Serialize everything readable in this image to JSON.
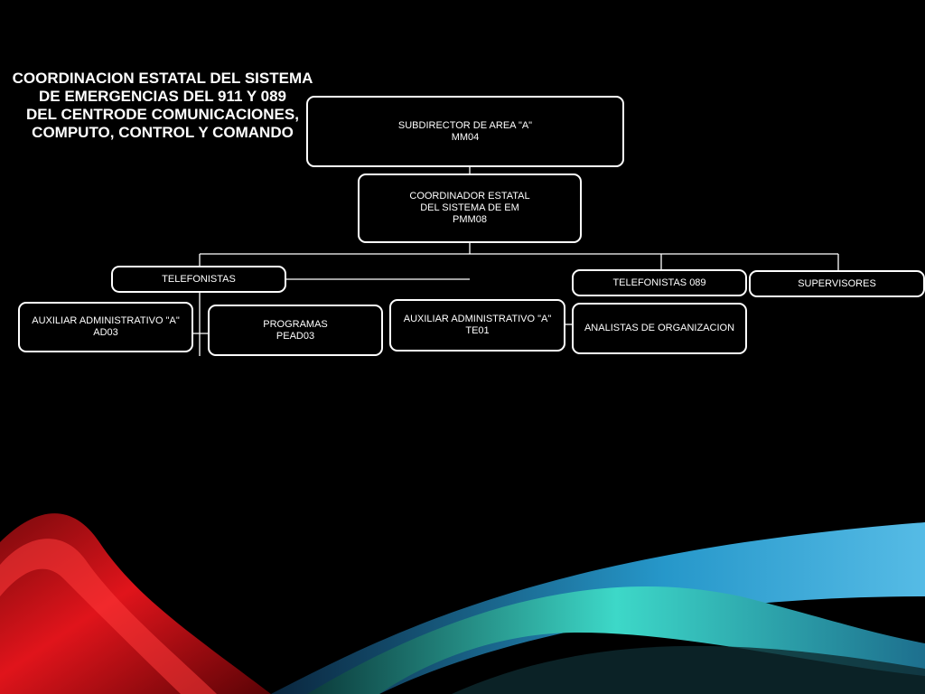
{
  "title": {
    "lines": [
      "COORDINACION ESTATAL DEL SISTEMA",
      "DE EMERGENCIAS DEL 911 Y 089",
      "DEL CENTRODE COMUNICACIONES,",
      "COMPUTO, CONTROL Y COMANDO"
    ]
  },
  "org_chart": {
    "subdirector": {
      "lines": [
        "SUBDIRECTOR DE AREA \"A\"",
        "MM04"
      ]
    },
    "coordinador": {
      "lines": [
        "COORDINADOR ESTATAL",
        "DEL SISTEMA DE EM",
        "PMM08"
      ]
    },
    "telefonistas": {
      "lines": [
        "TELEFONISTAS"
      ]
    },
    "telefonistas_089": {
      "lines": [
        "TELEFONISTAS 089"
      ]
    },
    "supervisores": {
      "lines": [
        "SUPERVISORES"
      ]
    },
    "auxiliar_ad03": {
      "lines": [
        "AUXILIAR ADMINISTRATIVO \"A\"",
        "AD03"
      ]
    },
    "programas": {
      "lines": [
        "PROGRAMAS",
        "PEAD03"
      ]
    },
    "auxiliar_te01": {
      "lines": [
        "AUXILIAR ADMINISTRATIVO \"A\"",
        "TE01"
      ]
    },
    "analistas": {
      "lines": [
        "ANALISTAS DE ORGANIZACION"
      ]
    }
  },
  "colors": {
    "background": "#000000",
    "box_border": "#ffffff",
    "wave_red": "#e0141b",
    "wave_teal": "#3dd8c8",
    "wave_blue": "#2aa8e0"
  }
}
